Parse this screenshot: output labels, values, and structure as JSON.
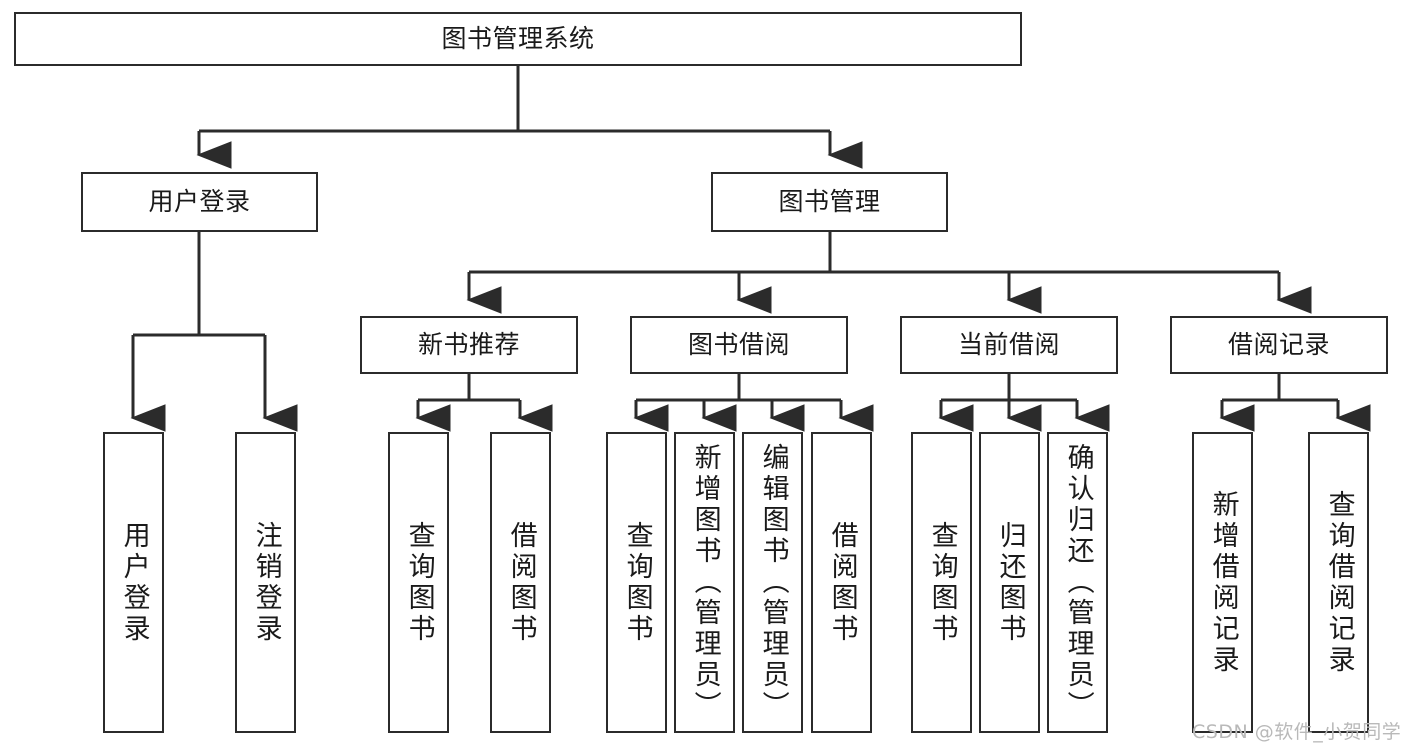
{
  "diagram": {
    "type": "tree",
    "title": "图书管理系统",
    "watermark": "CSDN @软件_小贺同学",
    "colors": {
      "stroke": "#2b2b2b",
      "fill": "#ffffff",
      "text": "#1a1a1a",
      "watermark": "#b9b9b9"
    },
    "nodes": {
      "root": {
        "label": "图书管理系统"
      },
      "level1": [
        {
          "id": "user-login",
          "label": "用户登录"
        },
        {
          "id": "book-manage",
          "label": "图书管理"
        }
      ],
      "level2": [
        {
          "id": "new-book-rec",
          "label": "新书推荐"
        },
        {
          "id": "book-borrow",
          "label": "图书借阅"
        },
        {
          "id": "current-borrow",
          "label": "当前借阅"
        },
        {
          "id": "borrow-record",
          "label": "借阅记录"
        }
      ],
      "leaves": [
        {
          "id": "leaf-user-login",
          "label": "用户登录",
          "parent": "user-login"
        },
        {
          "id": "leaf-logout-login",
          "label": "注销登录",
          "parent": "user-login"
        },
        {
          "id": "leaf-query-book-1",
          "label": "查询图书",
          "parent": "new-book-rec"
        },
        {
          "id": "leaf-borrow-book-1",
          "label": "借阅图书",
          "parent": "new-book-rec"
        },
        {
          "id": "leaf-query-book-2",
          "label": "查询图书",
          "parent": "book-borrow"
        },
        {
          "id": "leaf-add-book",
          "label": "新增图书（管理员）",
          "parent": "book-borrow"
        },
        {
          "id": "leaf-edit-book",
          "label": "编辑图书（管理员）",
          "parent": "book-borrow"
        },
        {
          "id": "leaf-borrow-book-2",
          "label": "借阅图书",
          "parent": "book-borrow"
        },
        {
          "id": "leaf-query-book-3",
          "label": "查询图书",
          "parent": "current-borrow"
        },
        {
          "id": "leaf-return-book",
          "label": "归还图书",
          "parent": "current-borrow"
        },
        {
          "id": "leaf-confirm-return",
          "label": "确认归还（管理员）",
          "parent": "current-borrow"
        },
        {
          "id": "leaf-add-record",
          "label": "新增借阅记录",
          "parent": "borrow-record"
        },
        {
          "id": "leaf-query-record",
          "label": "查询借阅记录",
          "parent": "borrow-record"
        }
      ]
    }
  }
}
